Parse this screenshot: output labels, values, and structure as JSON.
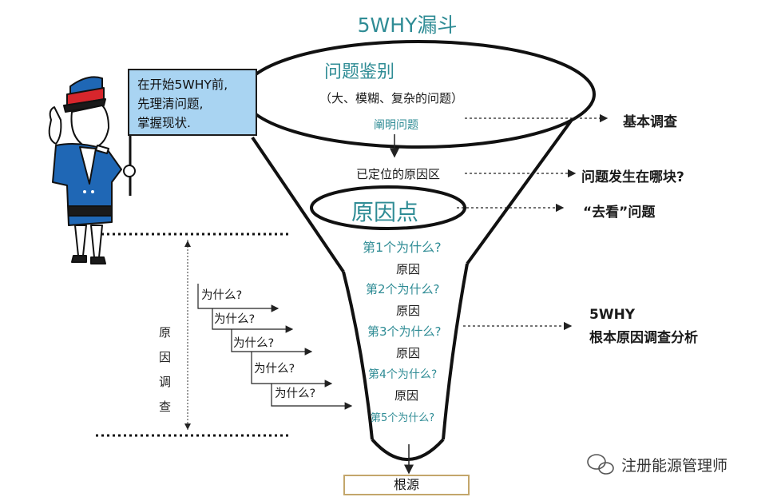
{
  "title": "5WHY漏斗",
  "callout": {
    "lines": [
      "在开始5WHY前,",
      "先理清问题,",
      "掌握现状."
    ]
  },
  "funnel": {
    "top_heading": "问题鉴别",
    "top_sub": "（大、模糊、复杂的问题）",
    "clarify": "阐明问题",
    "located_area": "已定位的原因区",
    "cause_point": "原因点",
    "steps": [
      {
        "why": "第1个为什么?",
        "cause": "原因"
      },
      {
        "why": "第2个为什么?",
        "cause": "原因"
      },
      {
        "why": "第3个为什么?",
        "cause": "原因"
      },
      {
        "why": "第4个为什么?",
        "cause": "原因"
      },
      {
        "why": "第5个为什么?",
        "cause": null
      }
    ],
    "root": "根源"
  },
  "right_labels": {
    "basic": "基本调查",
    "where": "问题发生在哪块?",
    "go_see": "“去看”问题",
    "fivewhy_1": "5WHY",
    "fivewhy_2": "根本原因调查分析"
  },
  "staircase": [
    "为什么?",
    "为什么?",
    "为什么?",
    "为什么?",
    "为什么?"
  ],
  "vertical_label": [
    "原",
    "因",
    "调",
    "查"
  ],
  "watermark": "注册能源管理师",
  "colors": {
    "teal": "#2f8c95",
    "callout_bg": "#a9d4f2",
    "root_border": "#c3a66b",
    "police_blue": "#1f67b5"
  }
}
